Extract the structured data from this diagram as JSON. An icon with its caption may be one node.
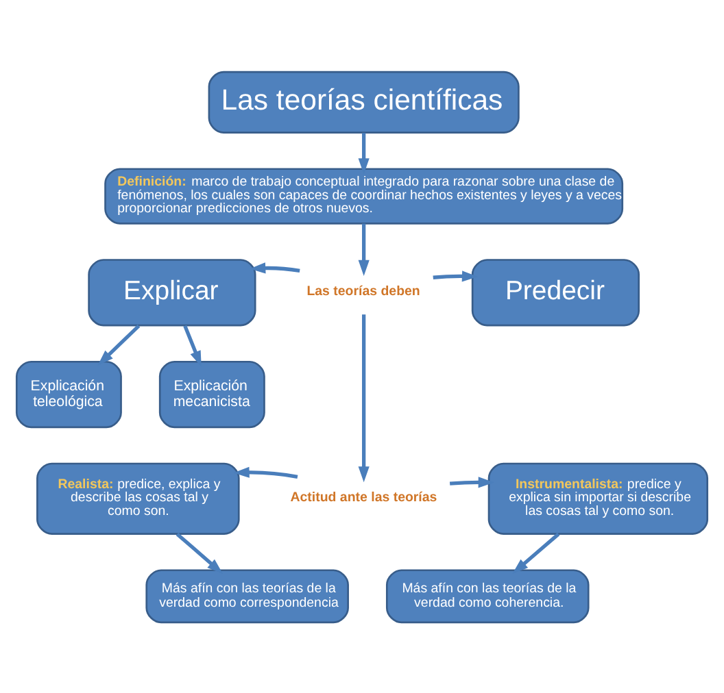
{
  "diagram": {
    "nodes": [
      {
        "text": [
          "Las teorías científicas"
        ]
      },
      {
        "text": [
          "**Definición:** marco de trabajo conceptual integrado para razonar sobre una clase de fenómenos, los cuales son capaces de coordinar hechos existentes y leyes y a veces proporcionar predicciones de otros nuevos."
        ]
      },
      {
        "text": [
          "Las teorías deben"
        ]
      },
      {
        "text": [
          "Explicar"
        ]
      },
      {
        "text": [
          "Predecir"
        ]
      },
      {
        "text": [
          "Explicación teleológica"
        ]
      },
      {
        "text": [
          "Explicación mecanicista"
        ]
      },
      {
        "text": [
          "Actitud ante las teorías"
        ]
      },
      {
        "text": [
          "**Realista:** predice, explica y describe las cosas tal y como son."
        ]
      },
      {
        "text": [
          "**Instrumentalista:** predice y explica sin importar si describe las cosas tal y como son."
        ]
      },
      {
        "text": [
          "Más afín con las teorías de la verdad como correspondencia"
        ]
      },
      {
        "text": [
          "Más afín con las teorías de la verdad como coherencia."
        ]
      }
    ],
    "edges": [
      {
        "from": 0,
        "to": 1,
        "arrow": "to"
      },
      {
        "from": 1,
        "to": 2,
        "arrow": "to"
      },
      {
        "from": 2,
        "to": 3,
        "arrow": "to"
      },
      {
        "from": 2,
        "to": 4,
        "arrow": "to"
      },
      {
        "from": 3,
        "to": 5,
        "arrow": "to"
      },
      {
        "from": 3,
        "to": 6,
        "arrow": "to"
      },
      {
        "from": 2,
        "to": 7,
        "arrow": "to"
      },
      {
        "from": 7,
        "to": 8,
        "arrow": "to"
      },
      {
        "from": 7,
        "to": 9,
        "arrow": "to"
      },
      {
        "from": 8,
        "to": 10,
        "arrow": "to"
      },
      {
        "from": 9,
        "to": 11,
        "arrow": "to"
      }
    ]
  }
}
